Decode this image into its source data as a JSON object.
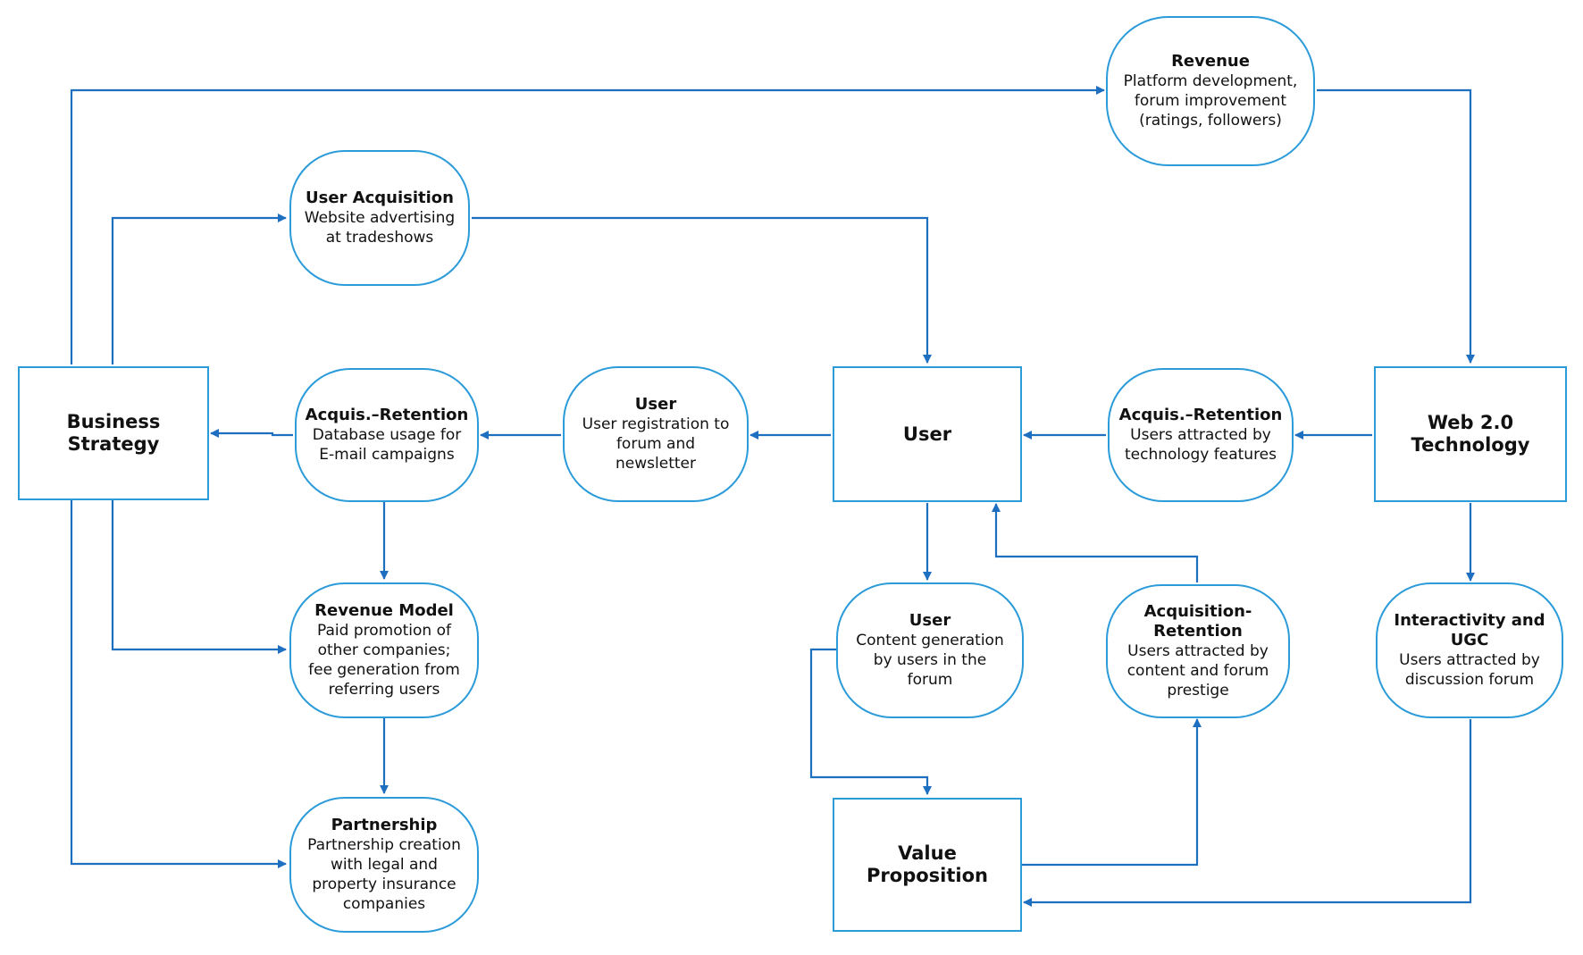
{
  "colors": {
    "node_border": "#2b9bd9",
    "connector": "#1f6fc1",
    "text": "#111111"
  },
  "nodes": {
    "business_strategy": {
      "title": "Business\nStrategy"
    },
    "web20": {
      "title": "Web 2.0\nTechnology"
    },
    "user_center": {
      "title": "User"
    },
    "value_proposition": {
      "title": "Value\nProposition"
    },
    "revenue": {
      "title": "Revenue",
      "desc": "Platform development,\nforum improvement\n(ratings, followers)"
    },
    "user_acquisition": {
      "title": "User Acquisition",
      "desc": "Website advertising\nat tradeshows"
    },
    "acq_ret_email": {
      "title": "Acquis.–Retention",
      "desc": "Database usage for\nE-mail campaigns"
    },
    "user_registration": {
      "title": "User",
      "desc": "User registration to\nforum and\nnewsletter"
    },
    "acq_ret_tech": {
      "title": "Acquis.–Retention",
      "desc": "Users attracted by\ntechnology features"
    },
    "revenue_model": {
      "title": "Revenue Model",
      "desc": "Paid promotion of\nother companies;\nfee generation from\nreferring users"
    },
    "user_content": {
      "title": "User",
      "desc": "Content generation\nby users in the\nforum"
    },
    "acq_ret_content": {
      "title": "Acquisition-\nRetention",
      "desc": "Users attracted by\ncontent and forum\nprestige"
    },
    "interactivity": {
      "title": "Interactivity and\nUGC",
      "desc": "Users attracted by\ndiscussion forum"
    },
    "partnership": {
      "title": "Partnership",
      "desc": "Partnership creation\nwith legal and\nproperty insurance\ncompanies"
    }
  }
}
